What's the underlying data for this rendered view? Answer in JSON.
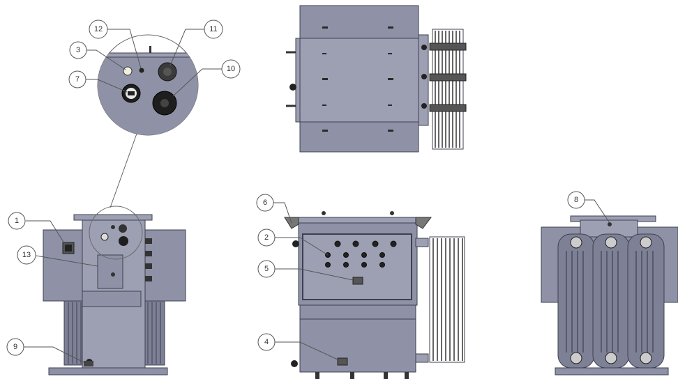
{
  "colors": {
    "body": "#8f92a6",
    "body_dark": "#6c6f84",
    "panel": "#9da0b3",
    "outline": "#3e4050",
    "radiator": "#7e8196",
    "black": "#1a1a1a",
    "callout_line": "#555555",
    "callout_fill": "#ffffff"
  },
  "callouts": [
    {
      "id": "c1",
      "label": "1"
    },
    {
      "id": "c2",
      "label": "2"
    },
    {
      "id": "c3",
      "label": "3"
    },
    {
      "id": "c4",
      "label": "4"
    },
    {
      "id": "c5",
      "label": "5"
    },
    {
      "id": "c6",
      "label": "6"
    },
    {
      "id": "c7",
      "label": "7"
    },
    {
      "id": "c8",
      "label": "8"
    },
    {
      "id": "c9",
      "label": "9"
    },
    {
      "id": "c10",
      "label": "10"
    },
    {
      "id": "c11",
      "label": "11"
    },
    {
      "id": "c12",
      "label": "12"
    },
    {
      "id": "c13",
      "label": "13"
    }
  ]
}
